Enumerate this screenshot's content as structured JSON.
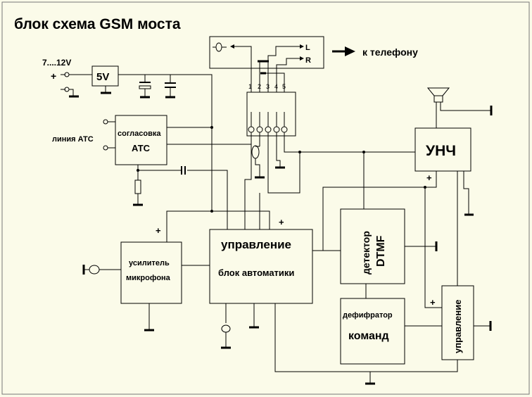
{
  "title": "блок схема GSM моста",
  "supply": {
    "voltage": "7....12V",
    "plus": "+",
    "regulator": "5V"
  },
  "connector": {
    "pins": [
      "1",
      "2",
      "3",
      "4",
      "5"
    ],
    "out_left": "L",
    "out_right": "R",
    "phone_label": "к телефону"
  },
  "blocks": {
    "ats_line": "линия АТС",
    "ats_match_1": "согласовка",
    "ats_match_2": "АТС",
    "unch": "УНЧ",
    "control_main_1": "управление",
    "control_main_2": "блок автоматики",
    "mic_amp_1": "усилитель",
    "mic_amp_2": "микрофона",
    "dtmf_1": "детектор",
    "dtmf_2": "DTMF",
    "decoder_1": "дефифратор",
    "decoder_2": "команд",
    "control_side": "управление"
  },
  "signs": {
    "plus": "+"
  }
}
